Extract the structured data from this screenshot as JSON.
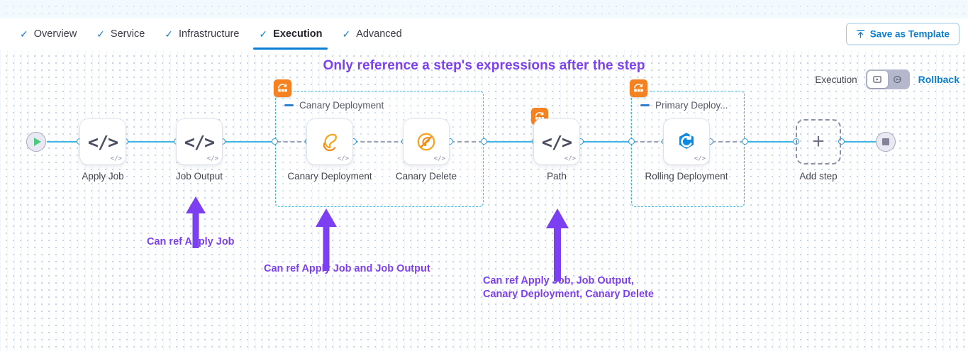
{
  "tabs": [
    {
      "label": "Overview",
      "icon": "check-icon",
      "active": false
    },
    {
      "label": "Service",
      "icon": "check-icon",
      "active": false
    },
    {
      "label": "Infrastructure",
      "icon": "check-icon",
      "active": false
    },
    {
      "label": "Execution",
      "icon": "check-icon",
      "active": true
    },
    {
      "label": "Advanced",
      "icon": "check-icon",
      "active": false
    }
  ],
  "toolbar": {
    "save_template_label": "Save as Template",
    "save_template_icon": "upload-icon"
  },
  "headline": "Only reference a step's expressions after the step",
  "execution_control": {
    "label": "Execution",
    "rollback_label": "Rollback",
    "toggle_options": [
      {
        "icon": "execution-play-box-icon",
        "selected": true
      },
      {
        "icon": "rollback-play-circle-icon",
        "selected": false
      }
    ]
  },
  "pipeline": {
    "start_node": {
      "name": "start-node",
      "icon": "play-icon"
    },
    "end_node": {
      "name": "end-node",
      "icon": "stop-icon"
    },
    "add_step": {
      "label": "Add step",
      "icon": "plus-icon"
    },
    "steps": [
      {
        "label": "Apply Job",
        "icon": "code-icon",
        "badge": "code-badge"
      },
      {
        "label": "Job Output",
        "icon": "code-icon",
        "badge": "code-badge"
      },
      {
        "label": "Canary\nDeployment",
        "icon": "canary-bird-icon",
        "badge": "code-badge"
      },
      {
        "label": "Canary Delete",
        "icon": "canary-delete-icon",
        "badge": "code-badge"
      },
      {
        "label": "Path",
        "icon": "code-icon",
        "badge": "code-badge",
        "stage_badge": "deployment-stage-icon"
      },
      {
        "label": "Rolling\nDeployment",
        "icon": "rolling-deployment-icon",
        "badge": "code-badge"
      }
    ],
    "groups": [
      {
        "title": "Canary Deployment",
        "badge": "deployment-stage-icon",
        "collapse_icon": "minus-icon"
      },
      {
        "title": "Primary Deploy...",
        "badge": "deployment-stage-icon",
        "collapse_icon": "minus-icon"
      }
    ]
  },
  "annotations": [
    {
      "text": "Can ref Apply Job"
    },
    {
      "text": "Can ref Apply Job and Job Output"
    },
    {
      "text": "Can ref Apply Job, Job Output,\nCanary Deployment, Canary Delete"
    }
  ],
  "colors": {
    "accent_blue": "#0b7fd4",
    "link_cyan": "#40b4e5",
    "annotation_purple": "#7c3ff2",
    "stage_orange": "#f58220",
    "group_dashed": "#37b6e9"
  }
}
